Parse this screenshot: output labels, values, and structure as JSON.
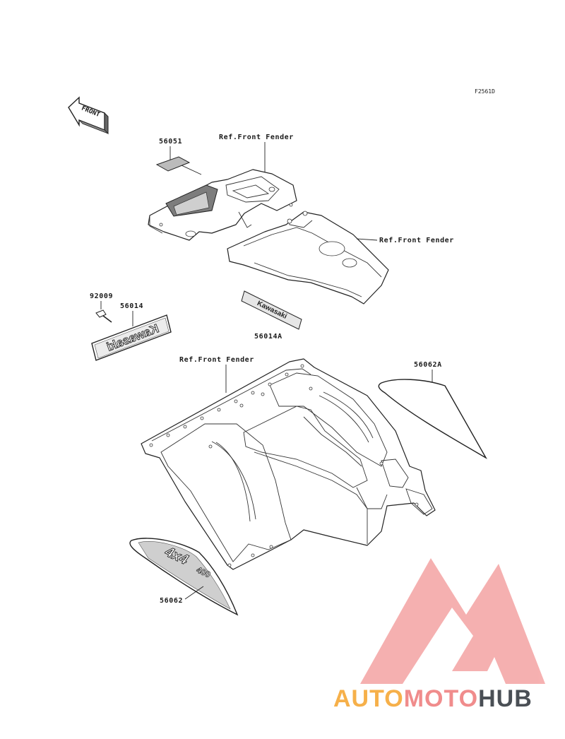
{
  "diagram_code": "F2561D",
  "front_arrow_label": "FRONT",
  "callouts": {
    "p56051": "56051",
    "ref_front_fender_top": "Ref.Front Fender",
    "ref_front_fender_right": "Ref.Front Fender",
    "p92009": "92009",
    "p56014": "56014",
    "p56014A": "56014A",
    "ref_front_fender_bottom": "Ref.Front Fender",
    "p56062A": "56062A",
    "p56062": "56062"
  },
  "decals": {
    "emblem_56014": "Kawasaki",
    "emblem_56014A": "Kawasaki",
    "badge_4x4": "4x4",
    "badge_400": "400"
  },
  "watermark": {
    "part1": "AUTO",
    "part2": "MOTO",
    "part3": "HUB",
    "color_orange": "#f6b04a",
    "color_red": "#f08c8c",
    "color_dark": "#4a4f55"
  }
}
